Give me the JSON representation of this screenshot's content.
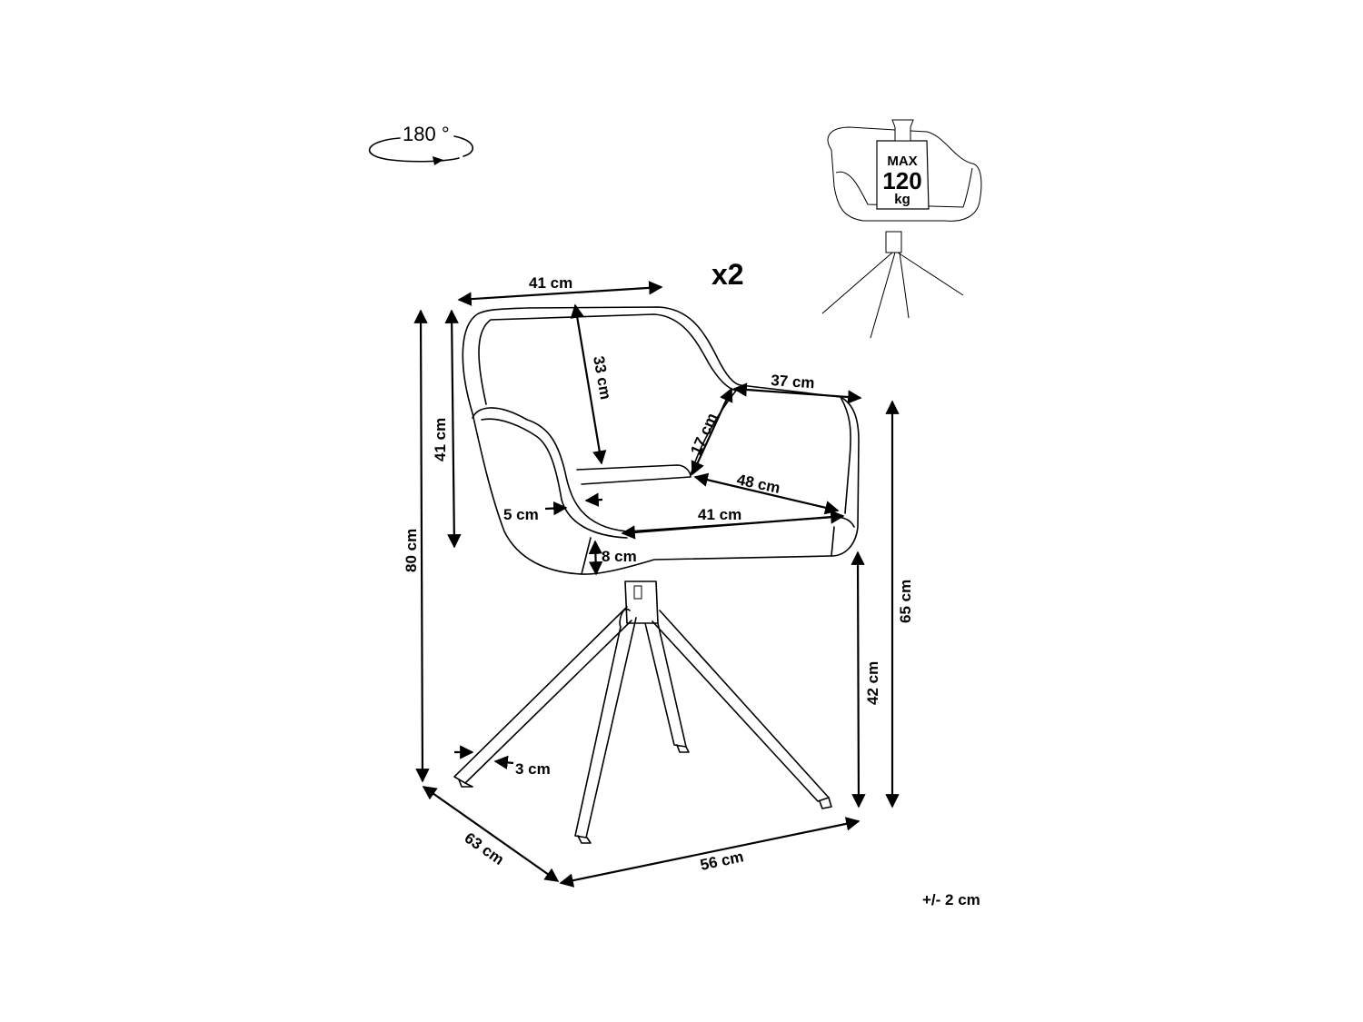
{
  "rotation": {
    "label": "180 °"
  },
  "quantity": {
    "label": "x2"
  },
  "max_load": {
    "line1": "MAX",
    "line2": "120",
    "line3": "kg"
  },
  "dimensions": {
    "back_width": "41 cm",
    "back_height": "33 cm",
    "backrest_height": "41 cm",
    "total_height": "80 cm",
    "armrest_depth": "37 cm",
    "armrest_height": "17 cm",
    "seat_depth": "48 cm",
    "seat_width": "41 cm",
    "shell_thickness": "5 cm",
    "seat_thickness": "8 cm",
    "armrest_floor_height": "65 cm",
    "seat_height": "42 cm",
    "leg_thickness": "3 cm",
    "depth": "63 cm",
    "width": "56 cm"
  },
  "tolerance": "+/- 2 cm",
  "colors": {
    "line": "#000000",
    "background": "#ffffff"
  }
}
